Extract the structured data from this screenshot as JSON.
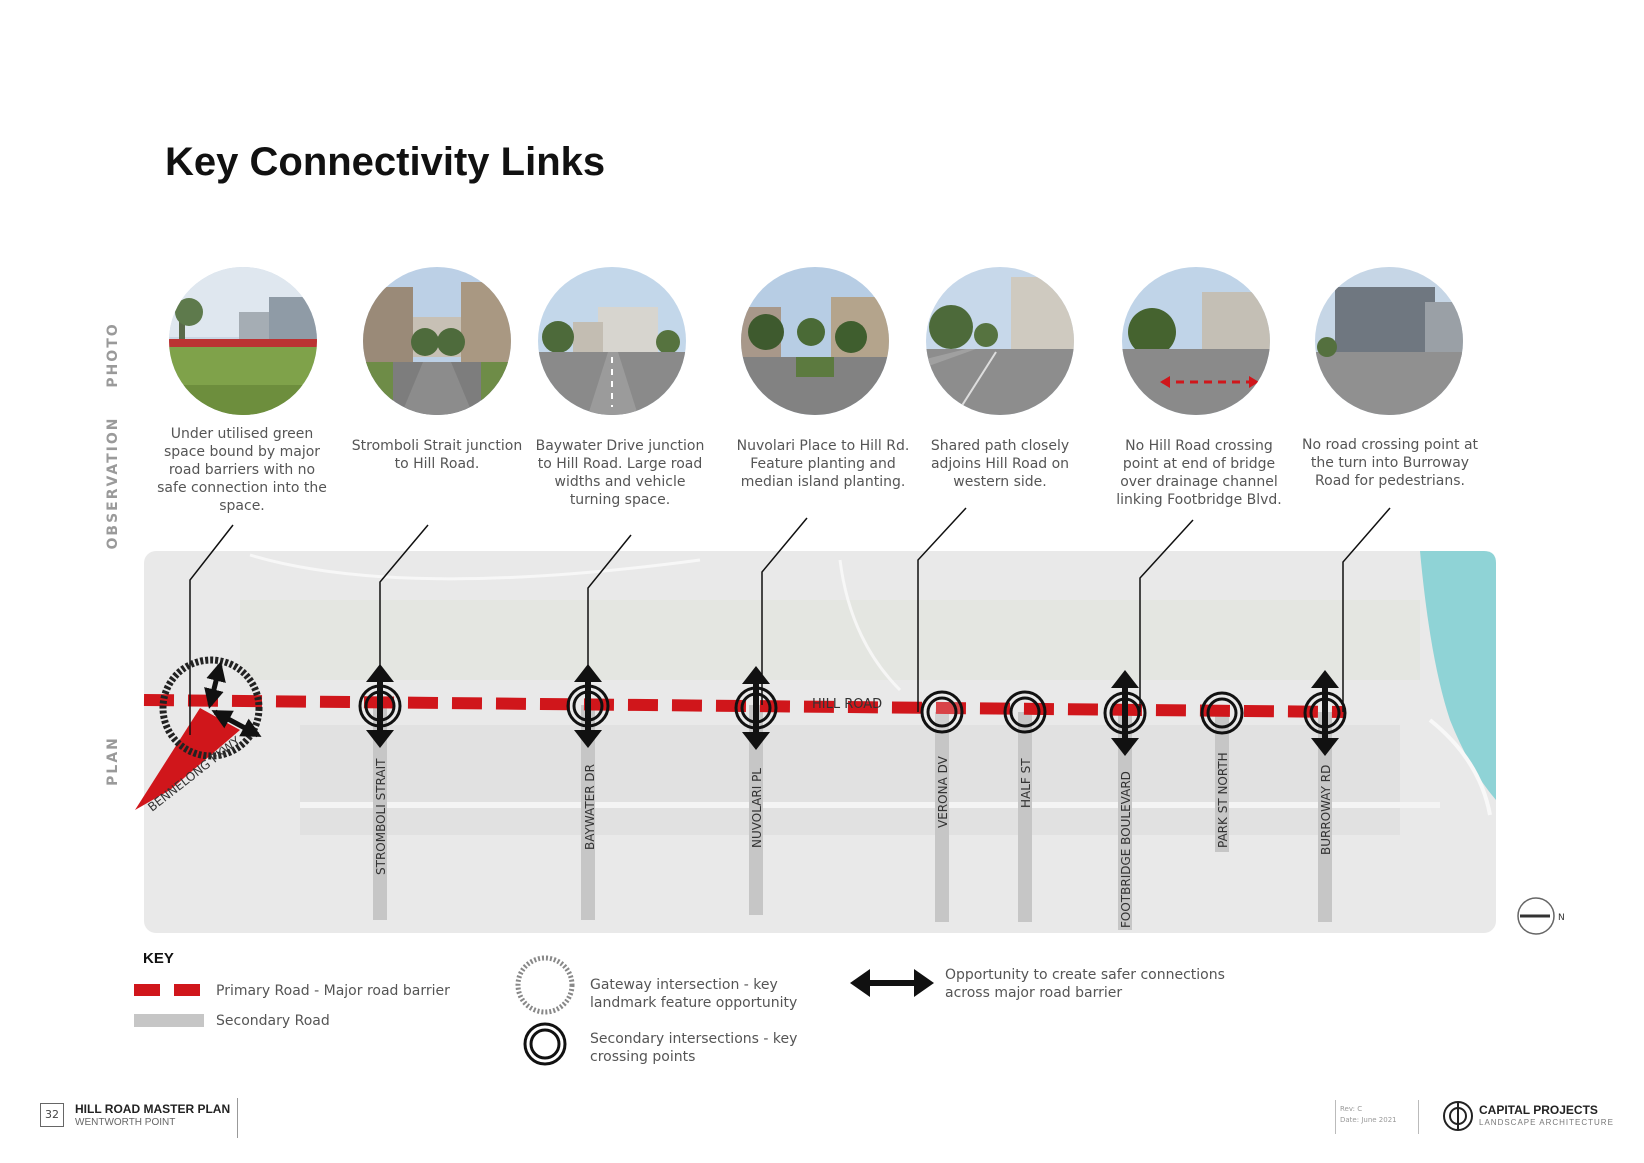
{
  "title": "Key Connectivity Links",
  "side_labels": {
    "photo": "PHOTO",
    "observation": "OBSERVATION",
    "plan": "PLAN"
  },
  "observations": [
    "Under utilised green space bound by major road barriers with no safe connection into the space.",
    "Stromboli Strait junction to Hill Road.",
    "Baywater Drive junction to Hill Road. Large road widths and vehicle turning space.",
    "Nuvolari Place to Hill Rd. Feature planting and median island planting.",
    "Shared path closely adjoins Hill Road on western side.",
    "No Hill Road crossing point at end of bridge over drainage channel linking Footbridge Blvd.",
    "No road crossing point at the turn into Burroway Road for pedestrians."
  ],
  "plan": {
    "main_road": "HILL ROAD",
    "gateway_road": "BENNELONG PKWY",
    "streets": [
      "STROMBOLI STRAIT",
      "BAYWATER DR",
      "NUVOLARI PL",
      "VERONA DV",
      "HALF ST",
      "FOOTBRIDGE BOULEVARD",
      "PARK ST NORTH",
      "BURROWAY RD"
    ],
    "north_label": "N"
  },
  "key": {
    "title": "KEY",
    "primary_road": "Primary Road - Major road barrier",
    "secondary_road": "Secondary Road",
    "gateway": "Gateway intersection - key landmark feature opportunity",
    "secondary_intersection": "Secondary intersections - key crossing points",
    "opportunity": "Opportunity to create safer connections across major road barrier"
  },
  "footer": {
    "page_number": "32",
    "doc_title": "HILL ROAD MASTER PLAN",
    "doc_subtitle": "WENTWORTH POINT",
    "rev": "Rev: C",
    "date": "Date: June 2021",
    "brand": "CAPITAL PROJECTS",
    "brand_sub": "LANDSCAPE ARCHITECTURE"
  },
  "colors": {
    "primary_road": "#d0161b",
    "secondary_road": "#c6c6c6",
    "water": "#8fd3d6"
  }
}
